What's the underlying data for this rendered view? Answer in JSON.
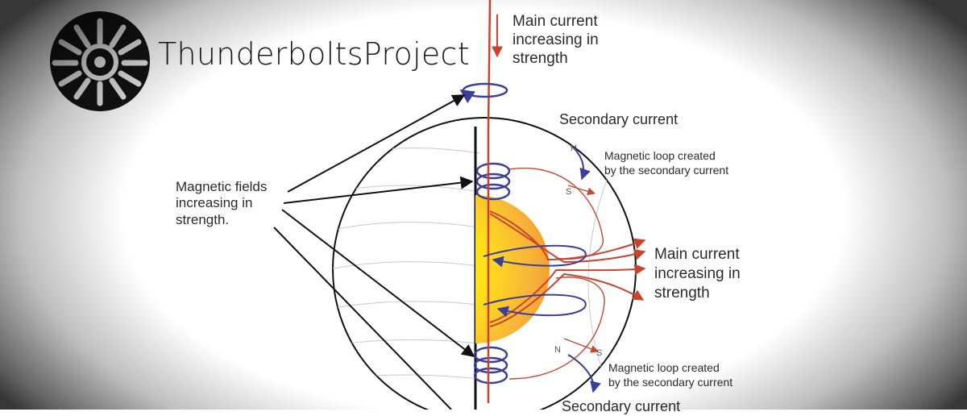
{
  "brand": {
    "name": "ThunderboltsProject",
    "logo_icon": "sun-emblem-icon"
  },
  "labels": {
    "main_current_top": [
      "Main current",
      "increasing in",
      "strength"
    ],
    "secondary_current_top": "Secondary current",
    "magnetic_loop_top": [
      "Magnetic loop created",
      "by the secondary current"
    ],
    "magnetic_fields": [
      "Magnetic fields",
      "increasing in",
      "strength."
    ],
    "main_current_right": [
      "Main current",
      "increasing in",
      "strength"
    ],
    "magnetic_loop_bottom": [
      "Magnetic loop created",
      "by the secondary current"
    ],
    "secondary_current_bottom": "Secondary current",
    "pole_n": "N",
    "pole_s": "S"
  },
  "colors": {
    "current_red": "#c8442e",
    "field_blue": "#3a3f9a",
    "core_yellow": "#fff200",
    "core_orange": "#f5a623",
    "line_black": "#111111"
  }
}
